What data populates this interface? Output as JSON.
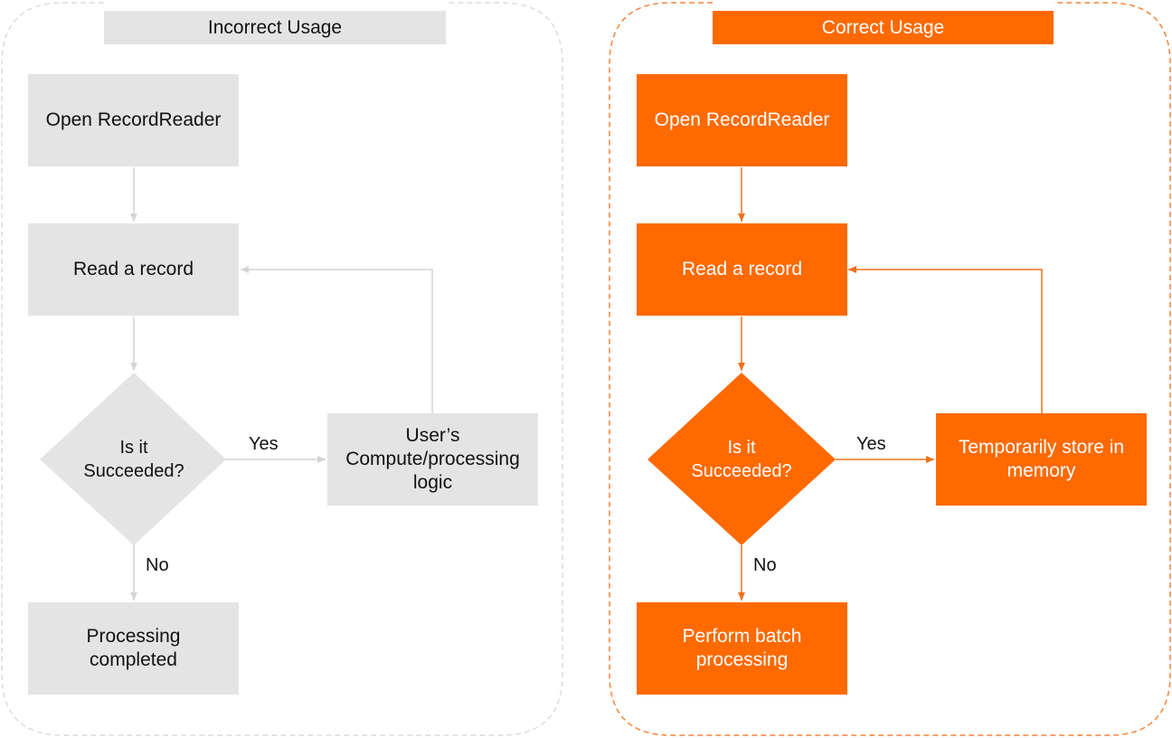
{
  "colors": {
    "incorrect_fill": "#e4e4e4",
    "incorrect_line": "#d9d9d9",
    "correct_fill": "#ff6a00",
    "correct_line": "#f4843a",
    "text_dark": "#111111",
    "text_light": "#ffffff"
  },
  "incorrect": {
    "title": "Incorrect Usage",
    "open": "Open RecordReader",
    "read": "Read a record",
    "decision_line1": "Is it",
    "decision_line2": "Succeeded?",
    "yes": "Yes",
    "no": "No",
    "logic_line1": "User’s",
    "logic_line2": "Compute/processing",
    "logic_line3": "logic",
    "end_line1": "Processing",
    "end_line2": "completed"
  },
  "correct": {
    "title": "Correct Usage",
    "open": "Open RecordReader",
    "read": "Read a record",
    "decision_line1": "Is it",
    "decision_line2": "Succeeded?",
    "yes": "Yes",
    "no": "No",
    "store_line1": "Temporarily store in",
    "store_line2": "memory",
    "end_line1": "Perform batch",
    "end_line2": "processing"
  }
}
